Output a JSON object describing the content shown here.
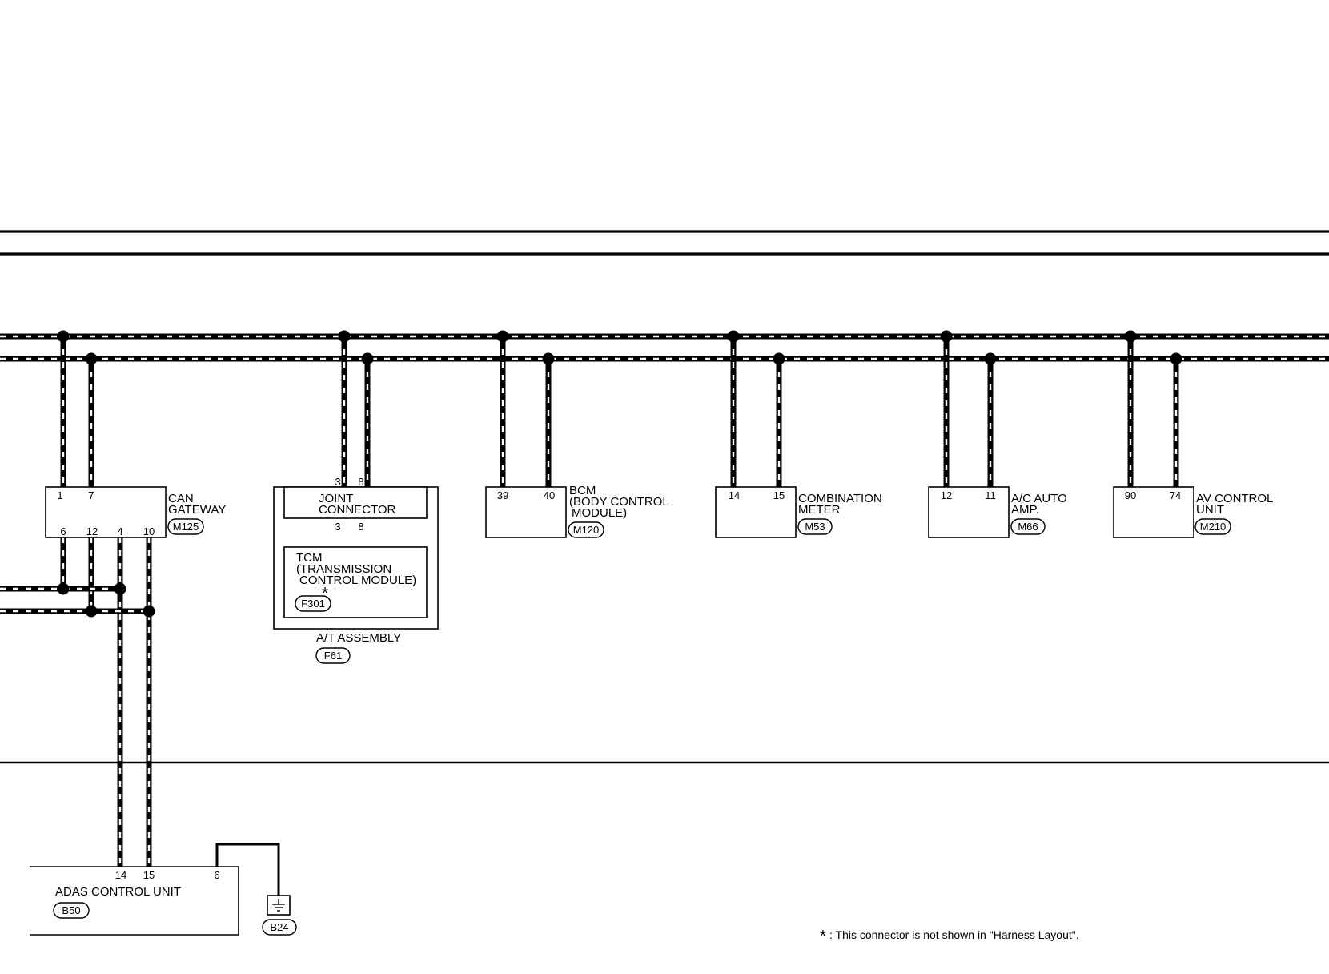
{
  "modules": {
    "can_gateway": {
      "name_line1": "CAN",
      "name_line2": "GATEWAY",
      "connector": "M125",
      "pins_top": [
        "1",
        "7"
      ],
      "pins_bottom": [
        "6",
        "12",
        "4",
        "10"
      ]
    },
    "joint_connector": {
      "name_line1": "JOINT",
      "name_line2": "CONNECTOR",
      "pins_top": [
        "3",
        "8"
      ],
      "pins_bottom": [
        "3",
        "8"
      ]
    },
    "tcm": {
      "name_line1": "TCM",
      "name_line2": "(TRANSMISSION",
      "name_line3": "CONTROL MODULE)",
      "connector": "F301",
      "asterisk": "*"
    },
    "at_assembly": {
      "name": "A/T ASSEMBLY",
      "connector": "F61"
    },
    "bcm": {
      "name_line1": "BCM",
      "name_line2": "(BODY CONTROL",
      "name_line3": "MODULE)",
      "connector": "M120",
      "pins": [
        "39",
        "40"
      ]
    },
    "combination_meter": {
      "name_line1": "COMBINATION",
      "name_line2": "METER",
      "connector": "M53",
      "pins": [
        "14",
        "15"
      ]
    },
    "ac_auto_amp": {
      "name_line1": "A/C AUTO",
      "name_line2": "AMP.",
      "connector": "M66",
      "pins": [
        "12",
        "11"
      ]
    },
    "av_control_unit": {
      "name_line1": "AV CONTROL",
      "name_line2": "UNIT",
      "connector": "M210",
      "pins": [
        "90",
        "74"
      ]
    },
    "adas_control_unit": {
      "name": "ADAS CONTROL UNIT",
      "connector": "B50",
      "pins": [
        "14",
        "15",
        "6"
      ]
    },
    "ground": {
      "connector": "B24"
    }
  },
  "footnote": {
    "mark": "*",
    "text": ": This connector is not shown in \"Harness Layout\"."
  }
}
